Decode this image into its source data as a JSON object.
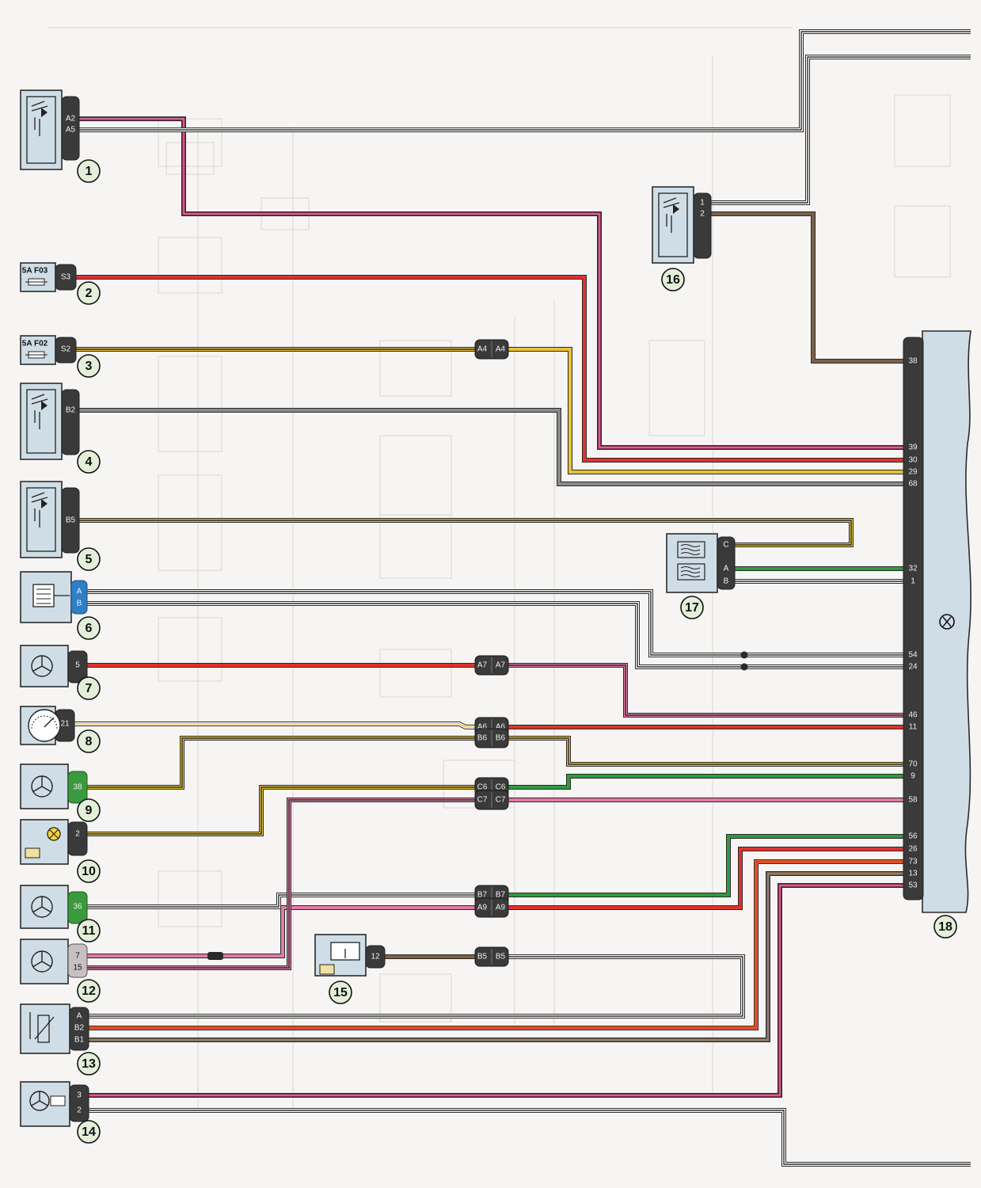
{
  "components": [
    {
      "id": "1",
      "pins": [
        "A2",
        "A5"
      ]
    },
    {
      "id": "2",
      "fuse": "5A F03",
      "pins": [
        "S3"
      ]
    },
    {
      "id": "3",
      "fuse": "5A F02",
      "pins": [
        "S2"
      ]
    },
    {
      "id": "4",
      "pins": [
        "B2"
      ]
    },
    {
      "id": "5",
      "pins": [
        "B5"
      ]
    },
    {
      "id": "6",
      "pins": [
        "A",
        "B"
      ]
    },
    {
      "id": "7",
      "pins": [
        "5"
      ]
    },
    {
      "id": "8",
      "pins": [
        "21"
      ]
    },
    {
      "id": "9",
      "pins": [
        "38"
      ]
    },
    {
      "id": "10",
      "pins": [
        "2"
      ]
    },
    {
      "id": "11",
      "pins": [
        "36"
      ]
    },
    {
      "id": "12",
      "pins": [
        "7",
        "15"
      ]
    },
    {
      "id": "13",
      "pins": [
        "A",
        "B2",
        "B1"
      ]
    },
    {
      "id": "14",
      "pins": [
        "3",
        "2"
      ]
    },
    {
      "id": "15",
      "pins": [
        "12"
      ]
    },
    {
      "id": "16",
      "pins": [
        "1",
        "2"
      ]
    },
    {
      "id": "17",
      "pins": [
        "C",
        "A",
        "B"
      ]
    },
    {
      "id": "18",
      "pins": [
        "38",
        "39",
        "30",
        "29",
        "68",
        "32",
        "1",
        "54",
        "24",
        "46",
        "11",
        "70",
        "9",
        "58",
        "56",
        "26",
        "73",
        "13",
        "53"
      ]
    }
  ],
  "connectors": [
    [
      "A4",
      "A4"
    ],
    [
      "A7",
      "A7"
    ],
    [
      "A6",
      "A6"
    ],
    [
      "B6",
      "B6"
    ],
    [
      "C6",
      "C6"
    ],
    [
      "C7",
      "C7"
    ],
    [
      "B7",
      "B7"
    ],
    [
      "A9",
      "A9"
    ],
    [
      "B5",
      "B5"
    ]
  ],
  "colors": {
    "violet_red": "#8e2a55",
    "red": "#e0322e",
    "yellow": "#e6c23a",
    "grey": "#8a8a8e",
    "green": "#2f9a3e",
    "white": "#ffffff",
    "black": "#2a2a2a",
    "brown": "#7b6048",
    "pink": "#e07aa8",
    "orange": "#e8642a",
    "ecu": "#cfdde6"
  }
}
